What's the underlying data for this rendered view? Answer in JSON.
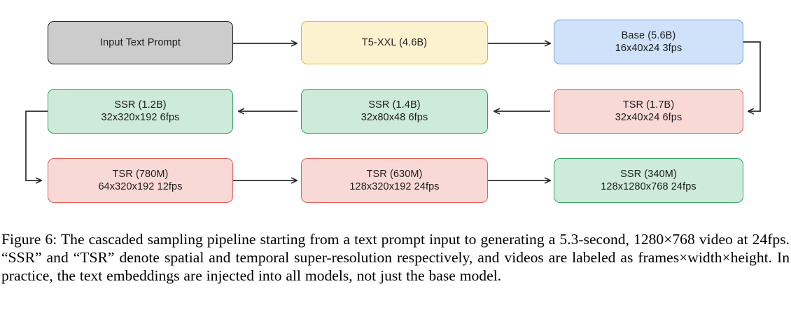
{
  "figure": {
    "type": "flowchart",
    "title_absent": true,
    "nodes": [
      {
        "id": "input",
        "row": 1,
        "col": 1,
        "color_name": "gray",
        "fill": "#cccccc",
        "stroke": "#1a1a1a",
        "line1": "Input Text Prompt",
        "line2": ""
      },
      {
        "id": "t5",
        "row": 1,
        "col": 2,
        "color_name": "yellow",
        "fill": "#fdf2d0",
        "stroke": "#e8b52c",
        "line1": "T5-XXL (4.6B)",
        "line2": ""
      },
      {
        "id": "base",
        "row": 1,
        "col": 3,
        "color_name": "blue",
        "fill": "#cfe2fa",
        "stroke": "#6a9fe8",
        "line1": "Base (5.6B)",
        "line2": "16x40x24 3fps"
      },
      {
        "id": "ssr12",
        "row": 2,
        "col": 1,
        "color_name": "green",
        "fill": "#cdeada",
        "stroke": "#34a45f",
        "line1": "SSR (1.2B)",
        "line2": "32x320x192 6fps"
      },
      {
        "id": "ssr14",
        "row": 2,
        "col": 2,
        "color_name": "green",
        "fill": "#cdeada",
        "stroke": "#34a45f",
        "line1": "SSR (1.4B)",
        "line2": "32x80x48 6fps"
      },
      {
        "id": "tsr17",
        "row": 2,
        "col": 3,
        "color_name": "red",
        "fill": "#f9d9d6",
        "stroke": "#e0635b",
        "line1": "TSR (1.7B)",
        "line2": "32x40x24 6fps"
      },
      {
        "id": "tsr780",
        "row": 3,
        "col": 1,
        "color_name": "red",
        "fill": "#f9d9d6",
        "stroke": "#e0635b",
        "line1": "TSR (780M)",
        "line2": "64x320x192 12fps"
      },
      {
        "id": "tsr630",
        "row": 3,
        "col": 2,
        "color_name": "red",
        "fill": "#f9d9d6",
        "stroke": "#e0635b",
        "line1": "TSR (630M)",
        "line2": "128x320x192 24fps"
      },
      {
        "id": "ssr340",
        "row": 3,
        "col": 3,
        "color_name": "green",
        "fill": "#cdeada",
        "stroke": "#34a45f",
        "line1": "SSR (340M)",
        "line2": "128x1280x768 24fps"
      }
    ],
    "edges": [
      {
        "from": "input",
        "to": "t5",
        "shape": "straight",
        "direction": "right"
      },
      {
        "from": "t5",
        "to": "base",
        "shape": "straight",
        "direction": "right"
      },
      {
        "from": "base",
        "to": "tsr17",
        "shape": "elbow-right-wrap",
        "direction": "left"
      },
      {
        "from": "tsr17",
        "to": "ssr14",
        "shape": "straight",
        "direction": "left"
      },
      {
        "from": "ssr14",
        "to": "ssr12",
        "shape": "straight",
        "direction": "left"
      },
      {
        "from": "ssr12",
        "to": "tsr780",
        "shape": "elbow-left-wrap",
        "direction": "right"
      },
      {
        "from": "tsr780",
        "to": "tsr630",
        "shape": "straight",
        "direction": "right"
      },
      {
        "from": "tsr630",
        "to": "ssr340",
        "shape": "straight",
        "direction": "right"
      }
    ],
    "edge_color": "#2b2b2b"
  },
  "caption": {
    "label": "Figure 6:",
    "body": "The cascaded sampling pipeline starting from a text prompt input to generating a 5.3-second, 1280×768 video at 24fps. “SSR” and “TSR” denote spatial and temporal super-resolution respectively, and videos are labeled as frames×width×height. In practice, the text embeddings are injected into all models, not just the base model."
  }
}
